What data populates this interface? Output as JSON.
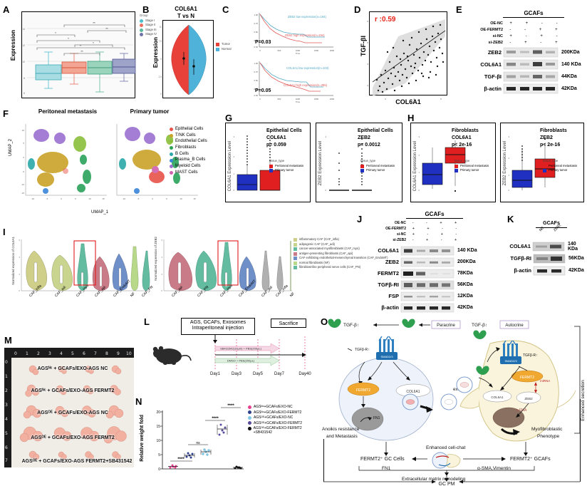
{
  "panels": {
    "A": {
      "label": "A",
      "ylabel": "Expression",
      "legend_title": "Group",
      "legend": [
        {
          "name": "Stage I",
          "color": "#4dbfcc"
        },
        {
          "name": "Stage II",
          "color": "#e8705c"
        },
        {
          "name": "Stage III",
          "color": "#5bb89a"
        },
        {
          "name": "Stage IV",
          "color": "#6f74a8"
        }
      ],
      "sig": [
        "*",
        "*",
        "**",
        "*",
        "**",
        "**",
        "**"
      ]
    },
    "B": {
      "label": "B",
      "title": "COL6A1",
      "subtitle": "T vs N",
      "ylabel": "Expression",
      "legend": [
        {
          "name": "Tumor",
          "color": "#e8413a"
        },
        {
          "name": "Normal",
          "color": "#4fb3d9"
        }
      ]
    },
    "C": {
      "label": "C",
      "top": {
        "high": "ZEB2 high expression(n=194)",
        "low": "ZEB2 low expression(n=194)",
        "p": "P=0.03",
        "xlabel": "Time",
        "ylabel": "Survival probability"
      },
      "bottom": {
        "high": "COL6A1 high expression(n=285)",
        "low": "COL6A1 low expression(n=103)",
        "p": "P=0.05",
        "xlabel": "Time",
        "ylabel": "Survival probability"
      },
      "xticks": [
        "0",
        "500",
        "1000",
        "1500",
        "2000"
      ]
    },
    "D": {
      "label": "D",
      "r": "r :0.59",
      "xlabel": "COL6A1",
      "ylabel": "TGF-βI"
    },
    "E": {
      "label": "E",
      "group": "GCAFs",
      "conditions": [
        {
          "name": "OE-NC",
          "vals": [
            "+",
            "+",
            "-",
            "-"
          ]
        },
        {
          "name": "OE-FERMT2",
          "vals": [
            "-",
            "-",
            "+",
            "+"
          ]
        },
        {
          "name": "si-NC",
          "vals": [
            "+",
            "-",
            "+",
            "-"
          ]
        },
        {
          "name": "si-ZEB2",
          "vals": [
            "-",
            "+",
            "-",
            "+"
          ]
        }
      ],
      "blots": [
        {
          "name": "ZEB2",
          "mw": "200KDa",
          "int": [
            0.55,
            0.3,
            0.78,
            0.38
          ]
        },
        {
          "name": "COL6A1",
          "mw": "140 KDa",
          "int": [
            0.62,
            0.32,
            0.9,
            0.5
          ]
        },
        {
          "name": "TGF-βI",
          "mw": "44KDa",
          "int": [
            0.5,
            0.35,
            0.75,
            0.45
          ]
        },
        {
          "name": "β-actin",
          "mw": "42KDa",
          "int": [
            0.92,
            0.92,
            0.92,
            0.92
          ]
        }
      ]
    },
    "F": {
      "label": "F",
      "left_title": "Peritoneal metastasis",
      "right_title": "Primary tumor",
      "xlabel": "UMAP_1",
      "ylabel": "UMAP_2",
      "xticks": [
        "-10",
        "-5",
        "0",
        "5",
        "10",
        "15"
      ],
      "yticks": [
        "10",
        "5",
        "0",
        "-5",
        "-10",
        "-15"
      ],
      "legend": [
        {
          "name": "Epithelial Cells",
          "color": "#e8534a"
        },
        {
          "name": "T/NK Cells",
          "color": "#c9a227"
        },
        {
          "name": "Endothelial Cells",
          "color": "#8bbf3a"
        },
        {
          "name": "Fibroblasts",
          "color": "#2aa35a"
        },
        {
          "name": "B Cells",
          "color": "#2aa8a8"
        },
        {
          "name": "Plasma_B Cells",
          "color": "#3a86d9"
        },
        {
          "name": "Myeloid Cells",
          "color": "#9b6fd0"
        },
        {
          "name": "MAST Cells",
          "color": "#d060b0"
        }
      ]
    },
    "G": {
      "label": "G",
      "left": {
        "celltype": "Epithelial Cells",
        "gene": "COL6A1",
        "p": "p= 0.059",
        "ylabel": "COL6A1 Expression Level"
      },
      "right": {
        "celltype": "Epithelial Cells",
        "gene": "ZEB2",
        "p": "p= 0.0012",
        "ylabel": "ZEB2 Expression Level"
      },
      "legend_title": "tissue_type",
      "legend": [
        {
          "name": "Peritoneal metastasis",
          "color": "#e02020"
        },
        {
          "name": "Primary tumor",
          "color": "#2030c0"
        }
      ]
    },
    "H": {
      "label": "H",
      "left": {
        "celltype": "Fibroblasts",
        "gene": "COL6A1",
        "p": "p< 2e-16",
        "ylabel": "COL6A1 Expression Level"
      },
      "right": {
        "celltype": "Fibroblasts",
        "gene": "ZEB2",
        "p": "p< 2e-16",
        "ylabel": "ZEB2 Expression Level"
      },
      "legend_title": "tissue_type",
      "legend": [
        {
          "name": "Peritoneal metastasis",
          "color": "#e02020"
        },
        {
          "name": "Primary tumor",
          "color": "#2030c0"
        }
      ]
    },
    "I": {
      "label": "I",
      "left": {
        "ylabel": "Normalized expression of COL6A1",
        "categories": [
          "CAF_infla",
          "CAF_adi",
          "CAF_myo",
          "CAF_api",
          "CAF_EndoMT",
          "NF",
          "CAF_PN"
        ],
        "colors": [
          "#cfcf8a",
          "#c9d48f",
          "#63bba0",
          "#c97b88",
          "#6f8fc9",
          "#b8d98a",
          "#63bba0"
        ],
        "highlight": "CAF_myo"
      },
      "right": {
        "ylabel": "Normalized expression of ZEB2",
        "categories": [
          "CAF_api",
          "CAF_PN",
          "CAF_myo",
          "CAF_EndoMT",
          "CAF_adi",
          "CAF_infla",
          "NF"
        ],
        "colors": [
          "#c97b88",
          "#63bba0",
          "#63bba0",
          "#6f8fc9",
          "#b0b0b0",
          "#b0b0b0",
          "#b8d98a"
        ],
        "highlight": "CAF_myo"
      },
      "legend": [
        "inflammatory CAF (CAF_infla)",
        "adipogenic CAF (CAF_adi)",
        "cancer-associated myofibroblasts (CAF_myo)",
        "antigen-presenting fibroblasts (CAF_api)",
        "CAF exhibiting endothelial-mesenchymal transition (CAF_EndoMT)",
        "normal fibroblasts (NF)",
        "fibroblast-like peripheral nerve cells (CAF_PN)"
      ],
      "legend_colors": [
        "#cfcf8a",
        "#c9d48f",
        "#63bba0",
        "#c97b88",
        "#6f8fc9",
        "#b8d98a",
        "#63bba0"
      ]
    },
    "J": {
      "label": "J",
      "group": "GCAFs",
      "conditions": [
        {
          "name": "OE-NC",
          "vals": [
            "-",
            "-",
            "+",
            "+"
          ]
        },
        {
          "name": "OE-FERMT2",
          "vals": [
            "+",
            "+",
            "-",
            "-"
          ]
        },
        {
          "name": "si-NC",
          "vals": [
            "+",
            "-",
            "+",
            "-"
          ]
        },
        {
          "name": "si-ZEB2",
          "vals": [
            "-",
            "+",
            "-",
            "+"
          ]
        }
      ],
      "blots": [
        {
          "name": "COL6A1",
          "mw": "140 KDa",
          "int": [
            0.9,
            0.45,
            0.6,
            0.55
          ]
        },
        {
          "name": "ZEB2",
          "mw": "200KDa",
          "int": [
            0.75,
            0.35,
            0.6,
            0.45
          ]
        },
        {
          "name": "FERMT2",
          "mw": "78KDa",
          "int": [
            0.95,
            0.7,
            0.12,
            0.1
          ]
        },
        {
          "name": "TGFβ-RI",
          "mw": "56KDa",
          "int": [
            0.8,
            0.7,
            0.7,
            0.65
          ]
        },
        {
          "name": "FSP",
          "mw": "12KDa",
          "int": [
            0.55,
            0.35,
            0.45,
            0.3
          ]
        },
        {
          "name": "β-actin",
          "mw": "42KDa",
          "int": [
            0.92,
            0.92,
            0.92,
            0.92
          ]
        }
      ]
    },
    "K": {
      "label": "K",
      "group": "GCAFs",
      "lanes": [
        "NC",
        "ZEB2"
      ],
      "blots": [
        {
          "name": "COL6A1",
          "mw": "140 KDa",
          "int": [
            0.45,
            0.8
          ]
        },
        {
          "name": "TGFβ-RI",
          "mw": "56KDa",
          "int": [
            0.5,
            0.85
          ]
        },
        {
          "name": "β-actin",
          "mw": "42KDa",
          "int": [
            0.9,
            0.9
          ]
        }
      ]
    },
    "L": {
      "label": "L",
      "injection_box": [
        "AGS, GCAFs, Exosomes",
        "Intraperitoneal injection"
      ],
      "sacrifice": "Sacrifice",
      "arrow_top": "SB431542(10μm) + PBS(200μL)",
      "arrow_bottom": "DMSO + PBS(200μL)",
      "days": [
        "Day1",
        "Day3",
        "Day5",
        "Day7",
        "Day40"
      ]
    },
    "M": {
      "label": "M",
      "ruler": [
        "0",
        "1",
        "2",
        "3",
        "4",
        "5",
        "6",
        "7",
        "8",
        "9",
        "10"
      ],
      "ruler_v": [
        "0",
        "1",
        "2",
        "3",
        "4",
        "5",
        "6",
        "7"
      ],
      "rows": [
        "AGSᴺᶜ + GCAFs/EXO-AGS NC",
        "AGSᴺᶜ + GCAFs/EXO-AGS FERMT2",
        "AGSᴼᴱ + GCAFs/EXO-AGS NC",
        "AGSᴼᴱ + GCAFs/EXO-AGS FERMT2",
        "AGSᴼᴱ + GCAFs/EXO-AGS FERMT2+SB431542"
      ]
    },
    "N": {
      "label": "N",
      "ylabel": "Relative weight fold",
      "yticks": [
        "0",
        "5",
        "10",
        "15",
        "20"
      ],
      "sig": [
        "****",
        "ns",
        "****",
        "****"
      ],
      "groups": [
        {
          "name": "AGSᴺᶜ+GCAFs/EXO-NC",
          "color": "#e8418f",
          "mean": 0.9,
          "points": [
            0.7,
            0.8,
            0.9,
            1.0,
            1.1
          ]
        },
        {
          "name": "AGSᴺᶜ+GCAFs/EXO-FERMT2",
          "color": "#2c3e8c",
          "mean": 5.2,
          "points": [
            4.3,
            4.8,
            5.2,
            5.6,
            6.0
          ]
        },
        {
          "name": "AGSᴼᴱ+GCAFs/EXO-NC",
          "color": "#7fc8e8",
          "mean": 6.0,
          "points": [
            5.2,
            5.7,
            6.0,
            6.4,
            6.9
          ]
        },
        {
          "name": "AGSᴼᴱ+GCAFs/EXO-FERMT2",
          "color": "#5a4a9c",
          "mean": 14.6,
          "points": [
            12.2,
            13.5,
            14.8,
            15.6,
            16.6
          ]
        },
        {
          "name": "AGSᴼᴱ+GCAFs/EXO-FERMT2 +SB431542",
          "color": "#111111",
          "mean": 0.5,
          "points": [
            0.35,
            0.45,
            0.5,
            0.55,
            0.65
          ]
        }
      ]
    },
    "O": {
      "label": "O",
      "tgfb_left": "TGF-β↑",
      "tgfb_right": "TGF-β↑",
      "paracrine": "Paracrine",
      "autocrine": "Autocrine",
      "enhanced_secretion": "Enhanced secretion",
      "receptor_left": "TGFβ-R↑",
      "receptor_right": "TGFβ-R↑",
      "smad": "SMAD2/3",
      "fermt2": "FERMT2",
      "col6a1": "COL6A1",
      "zeb2": "ZEB2",
      "mirna": "miRNA",
      "fn1": "FN1",
      "sma": "α-SMA",
      "exosome": "exosome",
      "anoikis": [
        "Anoikis resistance",
        "and Metastasis"
      ],
      "myofibro": [
        "Myofibroblastic",
        "Phenotype"
      ],
      "fermt2_gc": "FERMT2⁺ GC Cells",
      "fermt2_gcafs": "FERMT2⁺ GCAFs",
      "cellchat": "Enhanced cell-chat",
      "fn1_label": "FN1",
      "sma_label": "α-SMA,Vimentin",
      "ecm": "Extracellular matrix remodeling",
      "gcpm": "GC PM"
    }
  }
}
